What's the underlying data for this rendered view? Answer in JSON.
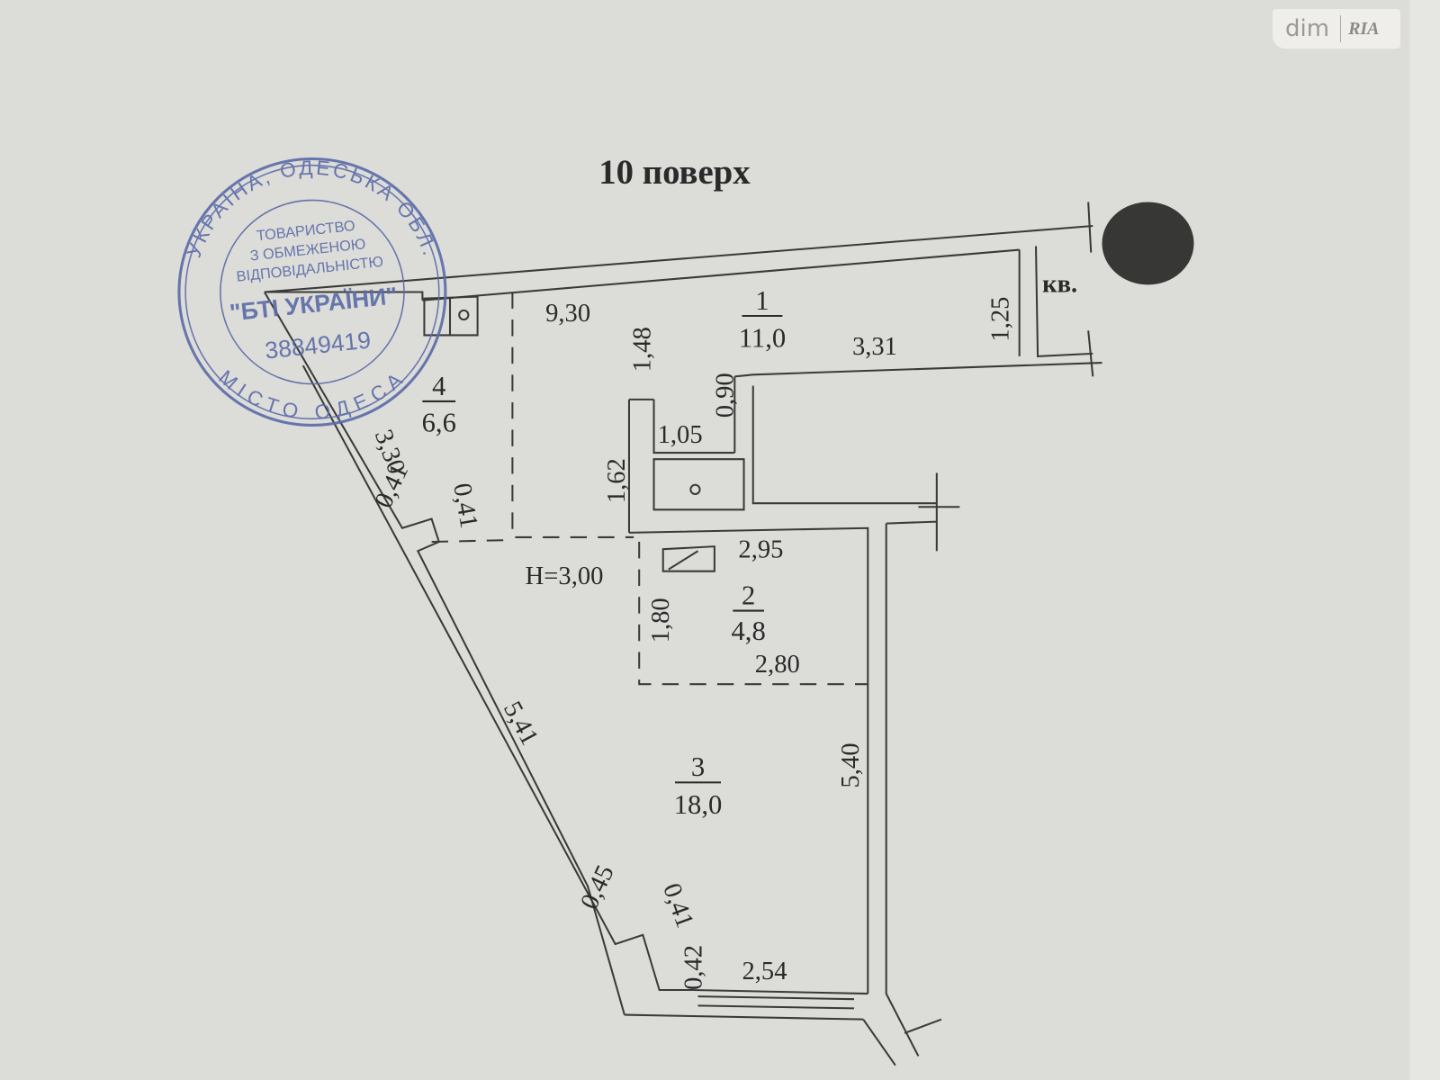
{
  "title": "10 поверх",
  "watermark": {
    "brand": "dim",
    "brand2": "RIA"
  },
  "rooms": [
    {
      "number": "1",
      "area": "11,0"
    },
    {
      "number": "2",
      "area": "4,8"
    },
    {
      "number": "3",
      "area": "18,0"
    },
    {
      "number": "4",
      "area": "6,6"
    }
  ],
  "labels": {
    "apartment": "кв.",
    "height": "H=3,00"
  },
  "dimensions": {
    "d930": "9,30",
    "d148": "1,48",
    "d331": "3,31",
    "d125": "1,25",
    "d090": "0,90",
    "d105": "1,05",
    "d162": "1,62",
    "d330": "3,30",
    "d041a": "0,41",
    "d041b": "0,41",
    "d295": "2,95",
    "d180": "1,80",
    "d280": "2,80",
    "d541": "5,41",
    "d540": "5,40",
    "d045": "0,45",
    "d041c": "0,41",
    "d042": "0,42",
    "d254": "2,54"
  },
  "stamp": {
    "outer_top": "УКРАЇНА, ОДЕСЬКА ОБЛ.",
    "outer_bottom": "МІСТО ОДЕСА",
    "line1": "ТОВАРИСТВО",
    "line2": "З ОБМЕЖЕНОЮ",
    "line3": "ВІДПОВІДАЛЬНІСТЮ",
    "name": "\"БТІ УКРАЇНИ\"",
    "code": "38849419"
  },
  "colors": {
    "paper": "#dcdcd8",
    "ink": "#3a3a3a",
    "stamp": "#5a6aa8"
  }
}
